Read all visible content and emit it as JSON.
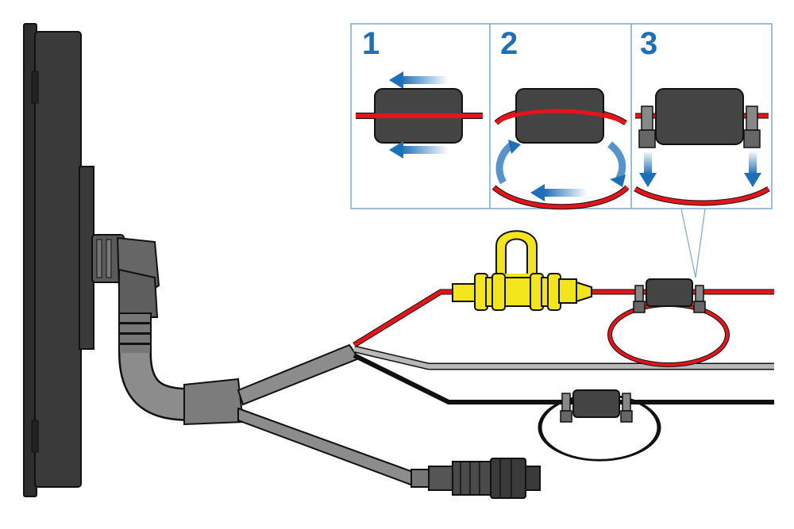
{
  "diagram": {
    "steps": [
      {
        "number": "1"
      },
      {
        "number": "2"
      },
      {
        "number": "3"
      }
    ],
    "colors": {
      "accent_blue": "#1E6FB8",
      "panel_border": "#7FA8C9",
      "red_wire": "#E3141B",
      "black_wire": "#111111",
      "grey_wire": "#B8B8B8",
      "cable_grey": "#8C8C8C",
      "fuse_yellow": "#F2E51B",
      "ferrite_grey": "#444444",
      "display_body": "#3A3A3A"
    },
    "icons": [
      "arrow-left-icon",
      "arrow-curve-icon",
      "arrow-down-icon",
      "ferrite-core-icon",
      "cable-tie-icon",
      "fuse-holder-icon",
      "connector-icon"
    ]
  }
}
